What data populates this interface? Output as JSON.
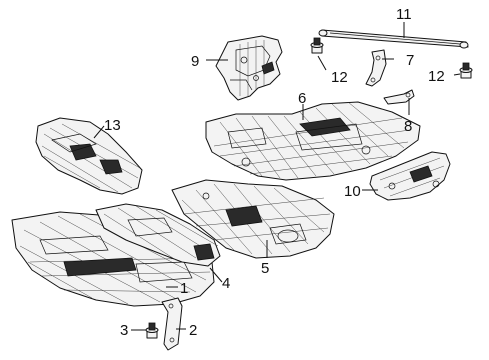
{
  "callouts": [
    {
      "id": "1",
      "label": "1"
    },
    {
      "id": "2",
      "label": "2"
    },
    {
      "id": "3",
      "label": "3"
    },
    {
      "id": "4",
      "label": "4"
    },
    {
      "id": "5",
      "label": "5"
    },
    {
      "id": "6",
      "label": "6"
    },
    {
      "id": "7",
      "label": "7"
    },
    {
      "id": "8",
      "label": "8"
    },
    {
      "id": "9",
      "label": "9"
    },
    {
      "id": "10",
      "label": "10"
    },
    {
      "id": "11",
      "label": "11"
    },
    {
      "id": "12a",
      "label": "12"
    },
    {
      "id": "12b",
      "label": "12"
    },
    {
      "id": "13",
      "label": "13"
    }
  ]
}
